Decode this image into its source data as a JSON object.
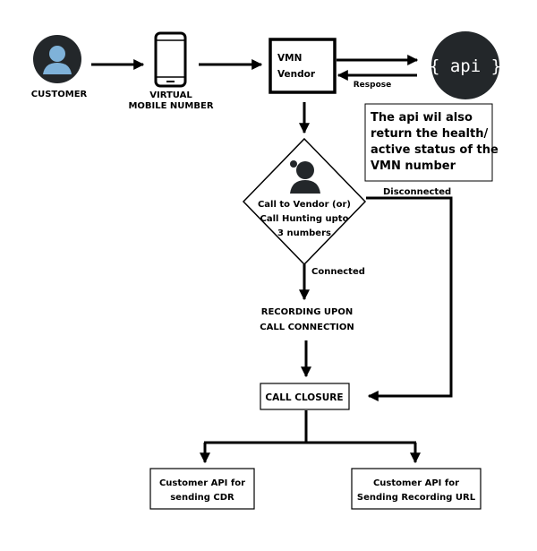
{
  "nodes": {
    "customer": {
      "label": "CUSTOMER"
    },
    "virtual_number": {
      "line1": "VIRTUAL",
      "line2": "MOBILE NUMBER"
    },
    "vmn_vendor": {
      "line1": "VMN",
      "line2": "Vendor"
    },
    "api": {
      "text": "{ api }"
    },
    "api_note": {
      "line1": "The api wil also",
      "line2": "return the health/",
      "line3": "active status of the",
      "line4": "VMN number"
    },
    "call_decision": {
      "line1": "Call to Vendor (or)",
      "line2": "Call Hunting upto",
      "line3": "3 numbers"
    },
    "recording": {
      "line1": "RECORDING UPON",
      "line2": "CALL CONNECTION"
    },
    "call_closure": {
      "label": "CALL CLOSURE"
    },
    "customer_api_cdr": {
      "line1": "Customer API for",
      "line2": "sending CDR"
    },
    "customer_api_recording": {
      "line1": "Customer API for",
      "line2": "Sending Recording URL"
    }
  },
  "edges": {
    "response": "Respose",
    "disconnected": "Disconnected",
    "connected": "Connected"
  },
  "colors": {
    "icon_dark": "#23272a",
    "avatar_light": "#7fb2d9",
    "ink": "#000000"
  }
}
